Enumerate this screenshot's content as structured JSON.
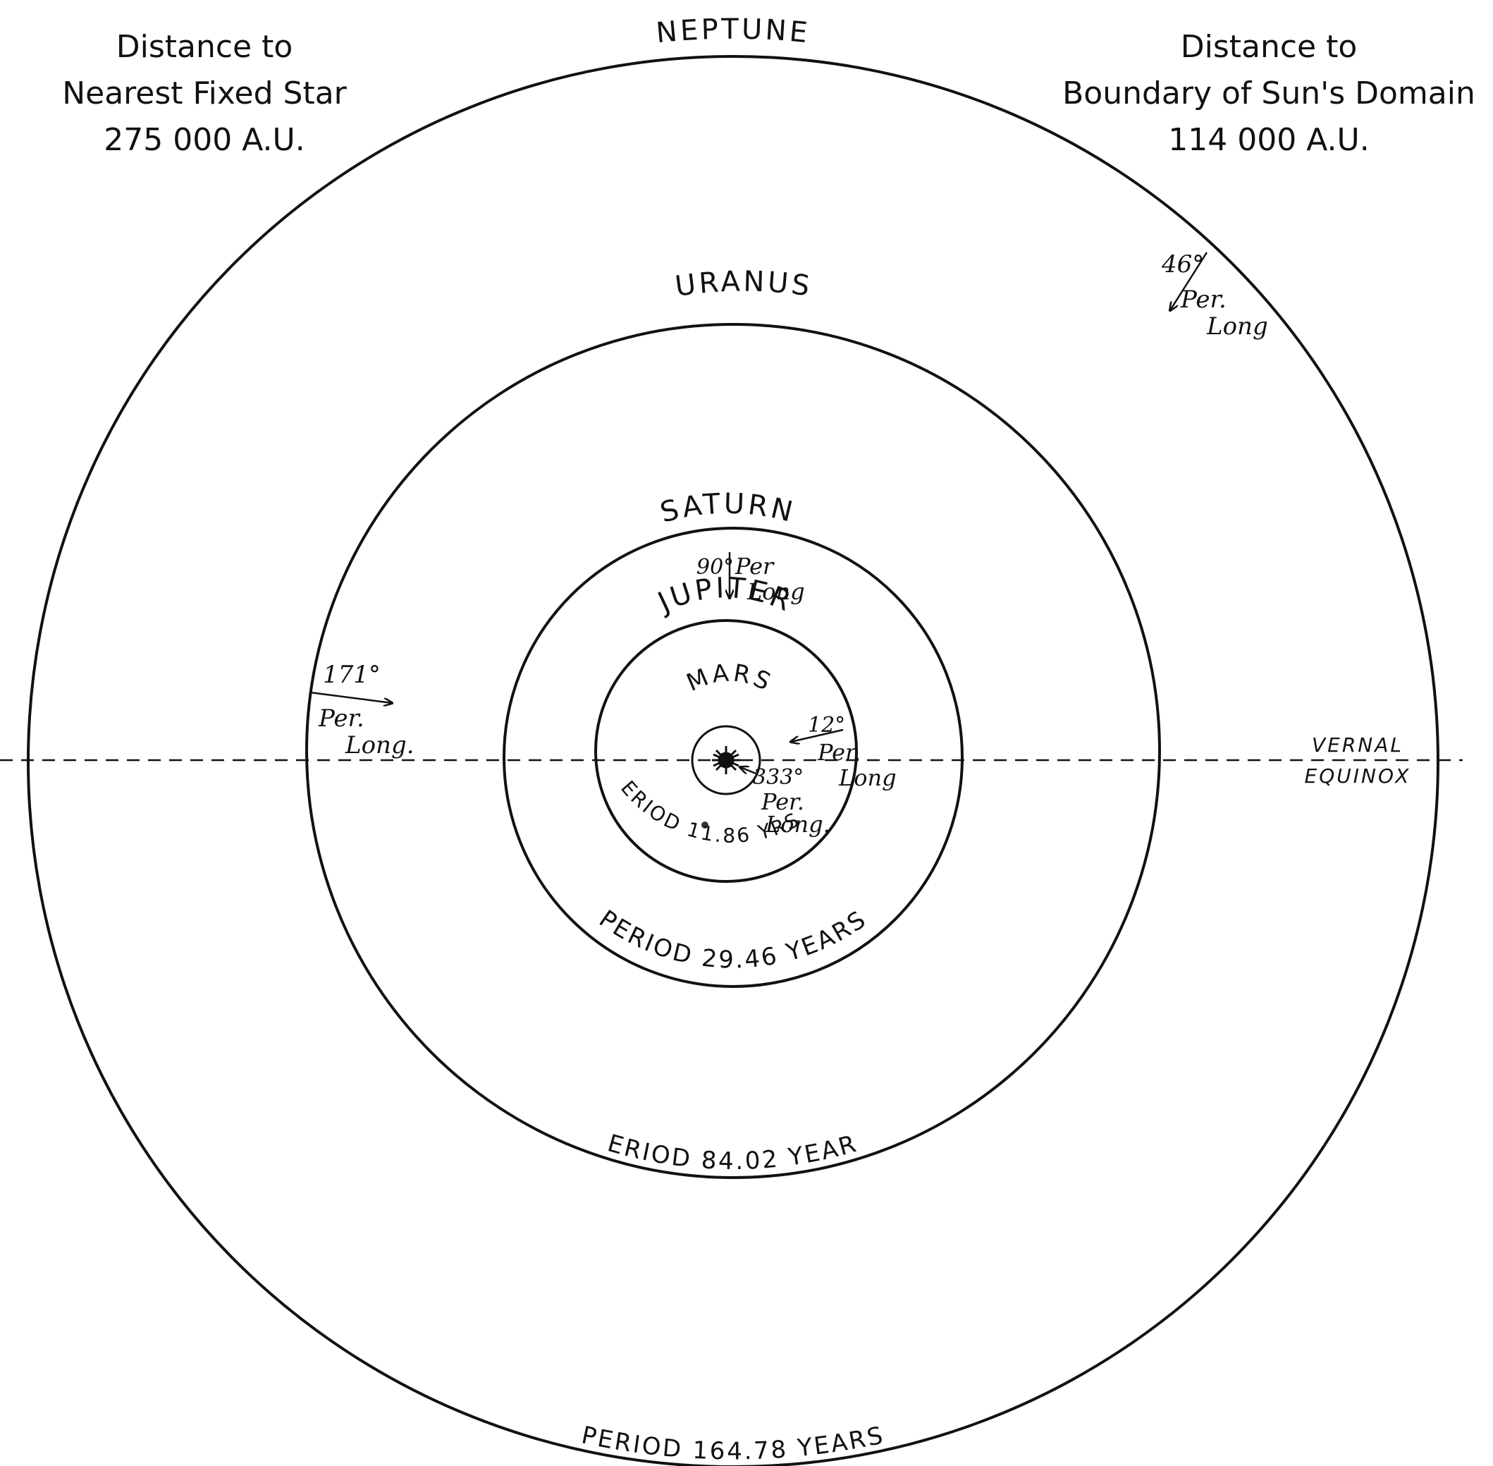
{
  "notes": {
    "left": {
      "line1": "Distance to",
      "line2": "Nearest Fixed Star",
      "line3": "275 000 A.U."
    },
    "right": {
      "line1": "Distance to",
      "line2": "Boundary of Sun's Domain",
      "line3": "114 000 A.U."
    }
  },
  "orbits": {
    "neptune": {
      "name": "NEPTUNE",
      "period": "PERIOD 164.78 YEARS",
      "degree": "46°",
      "per": "Per.",
      "long": "Long"
    },
    "uranus": {
      "name": "URANUS",
      "period": "PERIOD 84.02 YEARS",
      "degree": "171°",
      "per": "Per.",
      "long": "Long."
    },
    "saturn": {
      "name": "SATURN",
      "period": "PERIOD 29.46 YEARS",
      "degree": "90°",
      "per": "Per",
      "long": "Long"
    },
    "jupiter": {
      "name": "JUPITER",
      "period": "PERIOD 11.86 YRS.",
      "degree": "12°",
      "per": "Per.",
      "long": "Long"
    },
    "mars": {
      "name": "MARS",
      "degree": "333°",
      "per": "Per.",
      "long": "Long."
    }
  },
  "equinox": {
    "line1": "VERNAL",
    "line2": "EQUINOX"
  }
}
